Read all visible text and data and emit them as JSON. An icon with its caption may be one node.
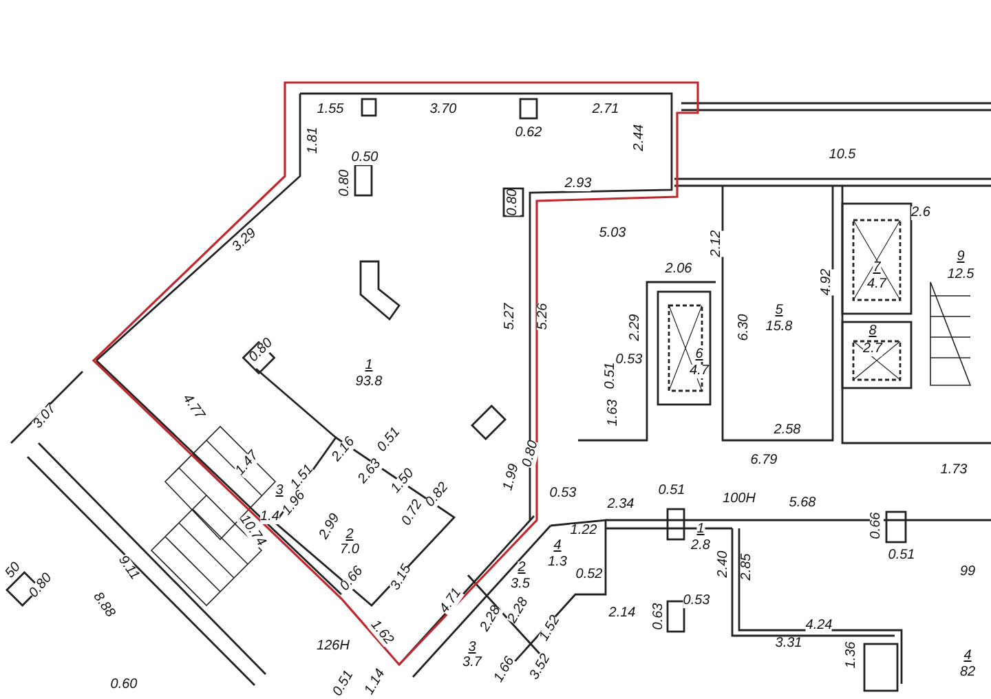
{
  "diagram": {
    "labels": [
      "1.55",
      "1.81",
      "3.70",
      "0.62",
      "2.71",
      "2.44",
      "10.5",
      "0.50",
      "0.80",
      "0.80",
      "2.93",
      "2.6",
      "3.29",
      "5.03",
      "2.12",
      "9",
      "12.5",
      "2.06",
      "7",
      "4.7",
      "4.92",
      "5.27",
      "5.26",
      "5",
      "15.8",
      "6.30",
      "2.29",
      "8",
      "2.7",
      "0.80",
      "6",
      "4.7",
      "0.53",
      "0.51",
      "1",
      "93.8",
      "4.77",
      "1.63",
      "3.07",
      "2.58",
      "0.51",
      "2.16",
      "6.79",
      "1.47",
      "1.99",
      "0.80",
      "2.63",
      "1.51",
      "1.73",
      "1.50",
      "0.82",
      "0.53",
      "0.51",
      "100H",
      "3",
      "1.96",
      "1.4",
      "2.34",
      "5.68",
      "2.99",
      "0.72",
      "1.22",
      "0.66",
      "2",
      "7.0",
      "4",
      "1.3",
      "1",
      "2.8",
      "10.74",
      "2.40",
      "0.51",
      "2",
      "3.5",
      "2.85",
      "9.11",
      "99",
      "0.52",
      "3.15",
      "0.66",
      "50",
      "0.80",
      "0.53",
      "4.71",
      "8.88",
      "2.14",
      "0.63",
      "2.28",
      "2.28",
      "1.52",
      "4.24",
      "1.62",
      "3.31",
      "126H",
      "3",
      "3.7",
      "1.36",
      "4",
      "82",
      "1.66",
      "3.52",
      "1.14",
      "0.51",
      "0.60"
    ]
  }
}
